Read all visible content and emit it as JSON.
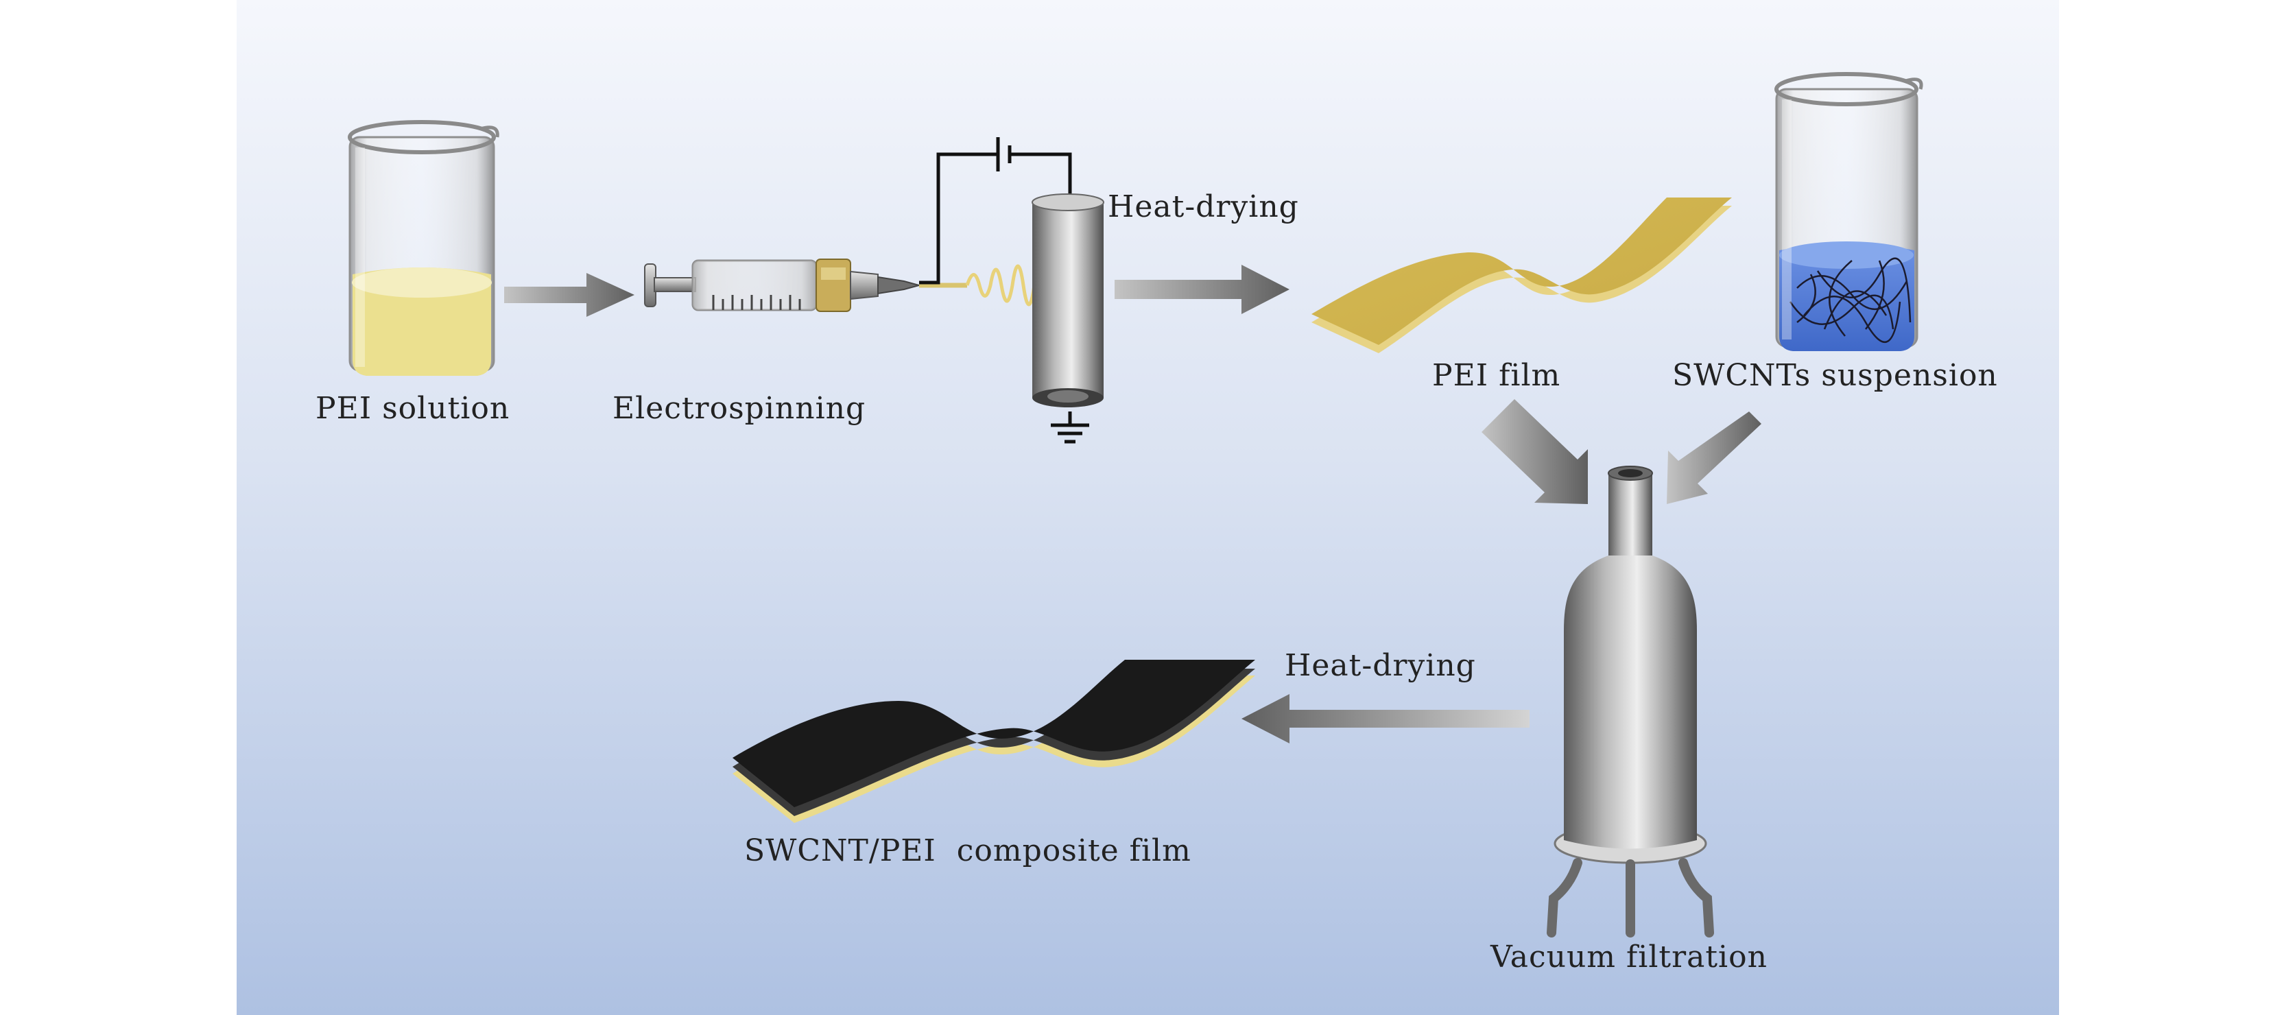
{
  "labels": {
    "pei_solution": "PEI solution",
    "electrospinning": "Electrospinning",
    "heat_drying_top": "Heat-drying",
    "pei_film": "PEI film",
    "swcnts_suspension": "SWCNTs suspension",
    "heat_drying_bottom": "Heat-drying",
    "composite_film": "SWCNT/PEI  composite film",
    "vacuum_filtration": "Vacuum filtration"
  },
  "colors": {
    "background_top": "#f4f6fb",
    "background_bottom": "#aec1e2",
    "pei_yellow": "#e9dc8e",
    "film_gold": "#d8bd5a",
    "suspension_blue": "#4a77d6",
    "composite_black": "#1c1c1c",
    "arrow_gray": "#6e6e6e",
    "metal_gray": "#9a9a9a"
  }
}
